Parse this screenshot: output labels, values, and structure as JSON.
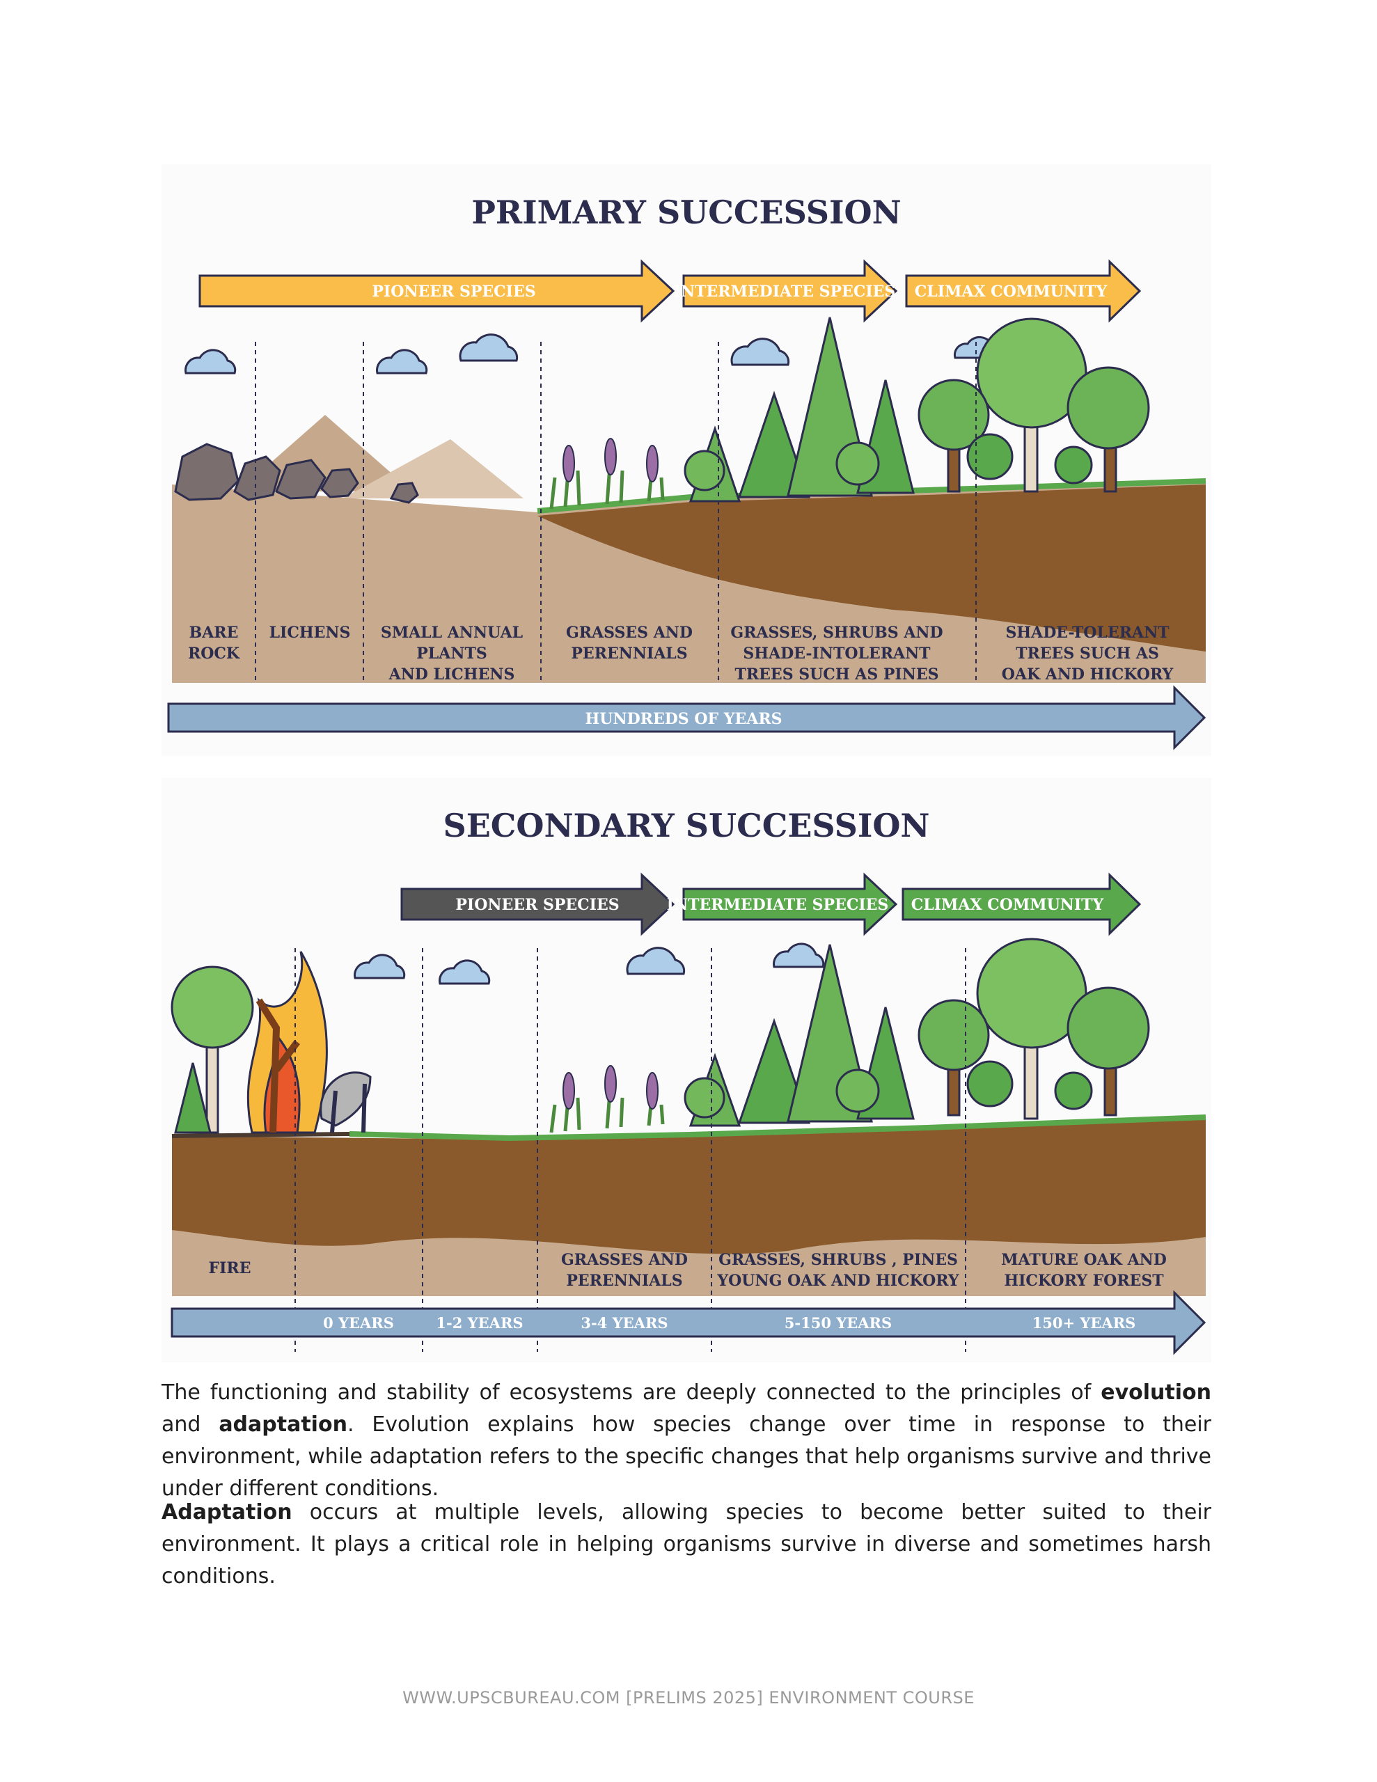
{
  "primary": {
    "title": "PRIMARY SUCCESSION",
    "banners": [
      "PIONEER SPECIES",
      "INTERMEDIATE SPECIES",
      "CLIMAX COMMUNITY"
    ],
    "stages": [
      [
        "BARE",
        "ROCK"
      ],
      [
        "LICHENS"
      ],
      [
        "SMALL ANNUAL",
        "PLANTS",
        "AND LICHENS"
      ],
      [
        "GRASSES AND",
        "PERENNIALS"
      ],
      [
        "GRASSES, SHRUBS AND",
        "SHADE-INTOLERANT",
        "TREES SUCH AS PINES"
      ],
      [
        "SHADE-TOLERANT",
        "TREES SUCH AS",
        "OAK AND HICKORY"
      ]
    ],
    "timeline": "HUNDREDS OF YEARS"
  },
  "secondary": {
    "title": "SECONDARY SUCCESSION",
    "banners": [
      "PIONEER SPECIES",
      "INTERMEDIATE SPECIES",
      "CLIMAX COMMUNITY"
    ],
    "stages": [
      [
        "FIRE"
      ],
      [],
      [],
      [
        "GRASSES AND",
        "PERENNIALS"
      ],
      [
        "GRASSES, SHRUBS , PINES",
        "YOUNG OAK AND HICKORY"
      ],
      [
        "MATURE OAK AND",
        "HICKORY FOREST"
      ]
    ],
    "timeline": [
      "0 YEARS",
      "1-2 YEARS",
      "3-4 YEARS",
      "5-150 YEARS",
      "150+ YEARS"
    ]
  },
  "text": {
    "p1_a": "The functioning and stability of ecosystems are deeply connected to the principles of ",
    "p1_b": "evolution",
    "p1_c": " and ",
    "p1_d": "adaptation",
    "p1_e": ". Evolution explains how species change over time in response to their environment, while adaptation refers to the specific changes that help organisms survive and thrive under different conditions.",
    "p2_a": "Adaptation",
    "p2_b": " occurs at multiple levels, allowing species to become better suited to their environment. It plays a critical role in helping organisms survive in diverse and sometimes harsh conditions."
  },
  "footer": "WWW.UPSCBUREAU.COM [PRELIMS 2025] ENVIRONMENT COURSE",
  "colors": {
    "banner_orange": "#fbbd4a",
    "banner_green": "#5aa84c",
    "banner_dark": "#555555",
    "timeline_blue": "#8eaecb",
    "soil_light": "#c8ab8f",
    "soil_dark": "#8a5a2d",
    "title_navy": "#2c2d4e"
  }
}
